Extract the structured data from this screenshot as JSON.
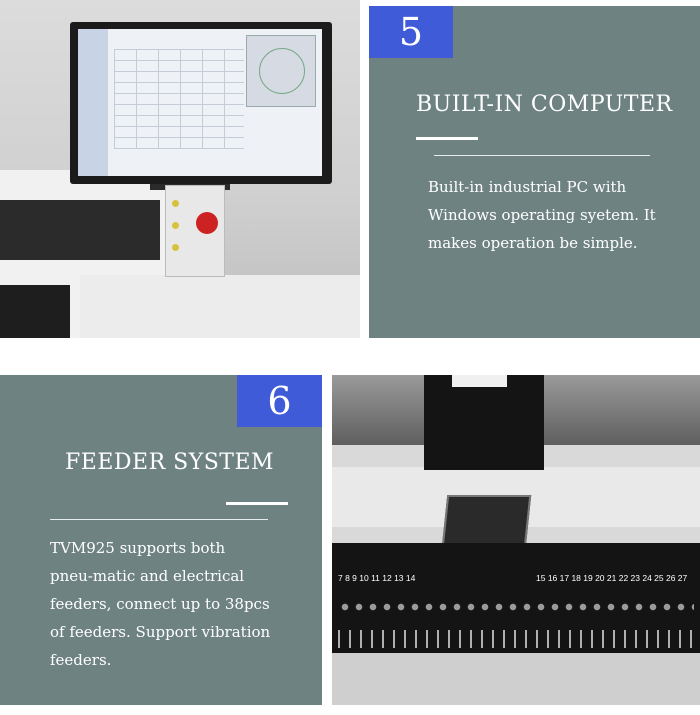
{
  "sections": [
    {
      "number": "5",
      "heading": "BUILT-IN COMPUTER",
      "paragraph": "Built-in industrial PC with Windows operating syetem. It makes operation be simple."
    },
    {
      "number": "6",
      "heading": "FEEDER SYSTEM",
      "paragraph": "TVM925 supports both pneu-matic and electrical feeders, connect up to 38pcs of feeders. Support vibration feeders."
    }
  ],
  "photo_2": {
    "feeder_numbers_left": "7 8 9 10 11 12 13 14",
    "feeder_numbers_right": "15 16 17 18 19 20 21 22 23 24 25 26 27"
  },
  "colors": {
    "panel": "#6e8282",
    "badge": "#3f5bd8",
    "text": "#ffffff"
  }
}
